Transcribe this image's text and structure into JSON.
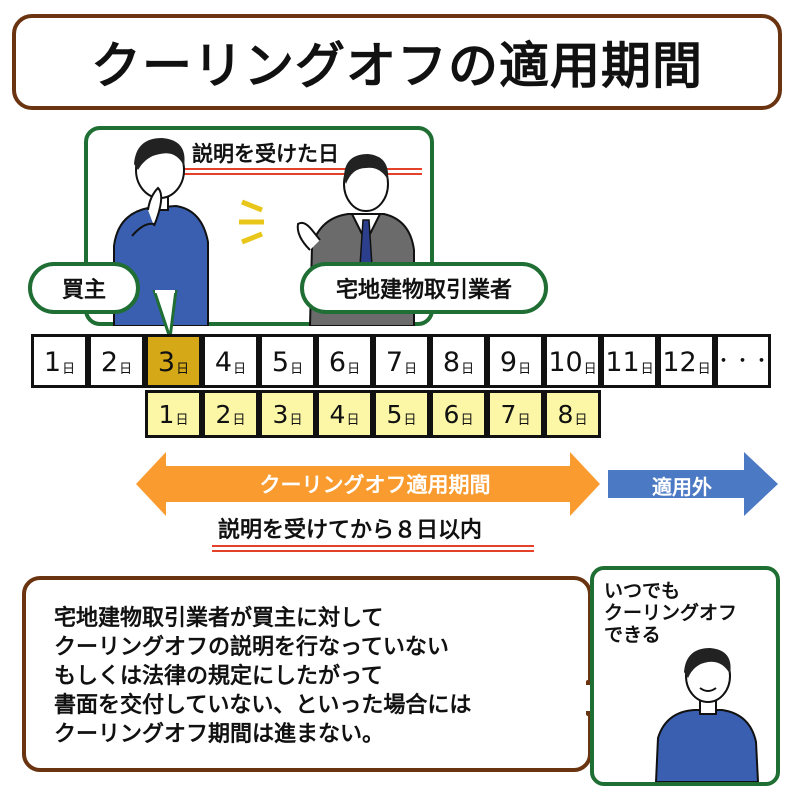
{
  "title": "クーリングオフの適用期間",
  "scene": {
    "caption": "説明を受けた日",
    "buyer_label": "買主",
    "agent_label": "宅地建物取引業者"
  },
  "timeline": {
    "unit": "日",
    "days": [
      "1",
      "2",
      "3",
      "4",
      "5",
      "6",
      "7",
      "8",
      "9",
      "10",
      "11",
      "12"
    ],
    "ellipsis": "・・・",
    "highlight_day": 3,
    "cooling_days": [
      "1",
      "2",
      "3",
      "4",
      "5",
      "6",
      "7",
      "8"
    ]
  },
  "period_label": "クーリングオフ適用期間",
  "out_of_scope_label": "適用外",
  "note": "説明を受けてから８日以内",
  "body_lines": [
    "宅地建物取引業者が買主に対して",
    "クーリングオフの説明を行なっていない",
    "もしくは法律の規定にしたがって",
    "書面を交付していない、といった場合には",
    "クーリングオフ期間は進まない。"
  ],
  "speech_lines": [
    "いつでも",
    "クーリングオフ",
    "できる"
  ],
  "colors": {
    "title_border": "#6b3410",
    "green_border": "#1f6e34",
    "highlight_cell": "#d4a817",
    "cooling_cell": "#fbf7a6",
    "period_arrow": "#f99b2f",
    "out_arrow": "#4b79c4",
    "underline": "#e5412a",
    "sweater": "#3a5fb0",
    "suit": "#6b6b6b"
  }
}
